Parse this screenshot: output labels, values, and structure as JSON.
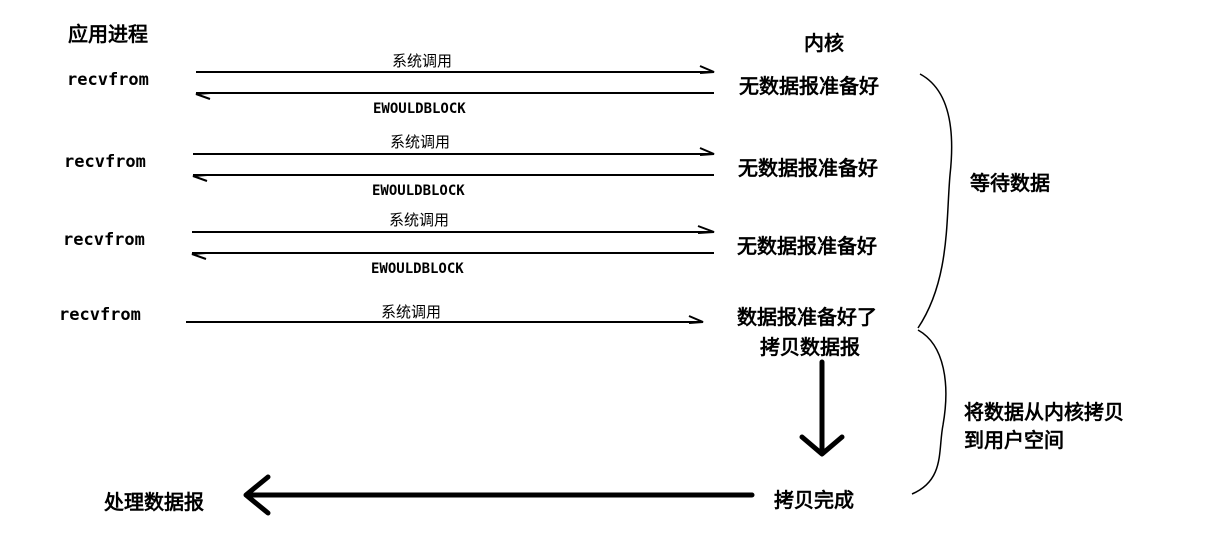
{
  "headers": {
    "app_process": "应用进程",
    "kernel": "内核"
  },
  "rows": [
    {
      "call": "recvfrom",
      "syscall": "系统调用",
      "reply": "EWOULDBLOCK",
      "kernel_status": "无数据报准备好"
    },
    {
      "call": "recvfrom",
      "syscall": "系统调用",
      "reply": "EWOULDBLOCK",
      "kernel_status": "无数据报准备好"
    },
    {
      "call": "recvfrom",
      "syscall": "系统调用",
      "reply": "EWOULDBLOCK",
      "kernel_status": "无数据报准备好"
    },
    {
      "call": "recvfrom",
      "syscall": "系统调用",
      "kernel_status": "数据报准备好了"
    }
  ],
  "copy_datagram": "拷贝数据报",
  "copy_done": "拷贝完成",
  "process_datagram": "处理数据报",
  "phases": {
    "waiting": "等待数据",
    "copying_line1": "将数据从内核拷贝",
    "copying_line2": "到用户空间"
  }
}
